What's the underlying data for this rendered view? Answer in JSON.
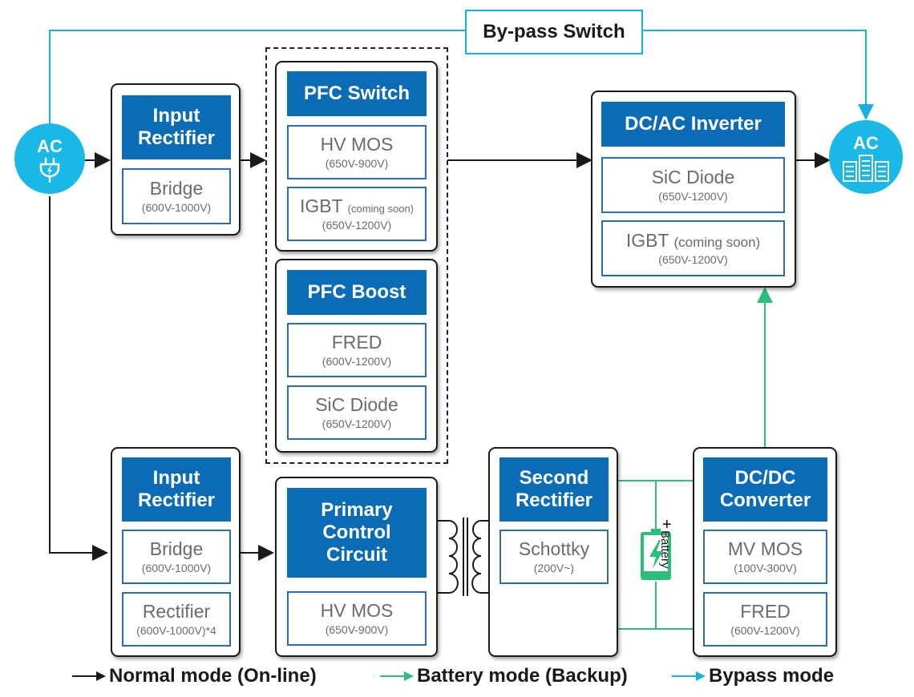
{
  "bypass_switch": "By-pass Switch",
  "ac_in": {
    "label": "AC"
  },
  "ac_out": {
    "label": "AC"
  },
  "input_rectifier_top": {
    "title": "Input\nRectifier",
    "parts": [
      {
        "name": "Bridge",
        "range": "(600V-1000V)"
      }
    ]
  },
  "pfc_switch": {
    "title": "PFC Switch",
    "parts": [
      {
        "name": "HV MOS",
        "note": "",
        "range": "(650V-900V)"
      },
      {
        "name": "IGBT",
        "note": "(coming soon)",
        "range": "(650V-1200V)"
      }
    ]
  },
  "pfc_boost": {
    "title": "PFC Boost",
    "parts": [
      {
        "name": "FRED",
        "range": "(600V-1200V)"
      },
      {
        "name": "SiC Diode",
        "range": "(650V-1200V)"
      }
    ]
  },
  "dc_ac_inverter": {
    "title": "DC/AC Inverter",
    "parts": [
      {
        "name": "SiC Diode",
        "note": "",
        "range": "(650V-1200V)"
      },
      {
        "name": "IGBT",
        "note": "(coming soon)",
        "range": "(650V-1200V)"
      }
    ]
  },
  "input_rectifier_bottom": {
    "title": "Input\nRectifier",
    "parts": [
      {
        "name": "Bridge",
        "range": "(600V-1000V)"
      },
      {
        "name": "Rectifier",
        "range": "(600V-1000V)*4"
      }
    ]
  },
  "primary_control": {
    "title": "Primary\nControl\nCircuit",
    "parts": [
      {
        "name": "HV MOS",
        "range": "(650V-900V)"
      }
    ]
  },
  "second_rectifier": {
    "title": "Second\nRectifier",
    "parts": [
      {
        "name": "Schottky",
        "range": "(200V~)"
      }
    ]
  },
  "dc_dc_converter": {
    "title": "DC/DC\nConverter",
    "parts": [
      {
        "name": "MV MOS",
        "range": "(100V-300V)"
      },
      {
        "name": "FRED",
        "range": "(600V-1200V)"
      }
    ]
  },
  "battery": {
    "label": "Battery",
    "plus": "+"
  },
  "legend": [
    {
      "label": "Normal mode (On-line)",
      "color": "#1a1a1a"
    },
    {
      "label": "Battery mode (Backup)",
      "color": "#2bbf7a"
    },
    {
      "label": "Bypass mode",
      "color": "#1ab0e0"
    }
  ]
}
